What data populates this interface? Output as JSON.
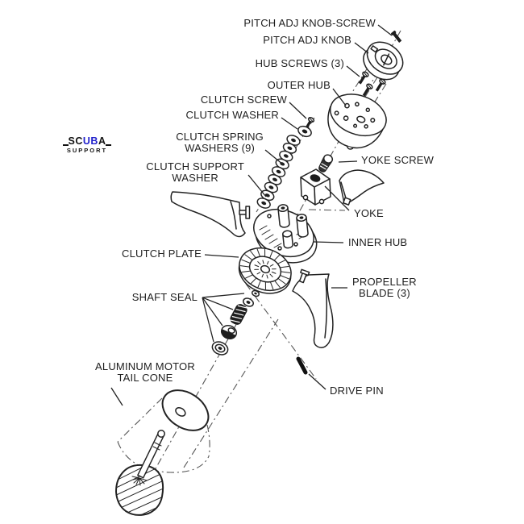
{
  "colors": {
    "ink": "#222222",
    "construction_line": "#555555",
    "brand_blue": "#2222cc",
    "background": "#ffffff"
  },
  "logo": {
    "l1": "S",
    "l2": "C",
    "l3": "U",
    "l4": "B",
    "l5": "A",
    "subtitle": "SUPPORT"
  },
  "labels": {
    "pitch_adj_knob_screw": "PITCH ADJ KNOB-SCREW",
    "pitch_adj_knob": "PITCH ADJ KNOB",
    "hub_screws": "HUB SCREWS (3)",
    "outer_hub": "OUTER HUB",
    "clutch_screw": "CLUTCH SCREW",
    "clutch_washer": "CLUTCH WASHER",
    "clutch_spring_washers": "CLUTCH SPRING\nWASHERS (9)",
    "clutch_support_washer": "CLUTCH SUPPORT\nWASHER",
    "yoke_screw": "YOKE SCREW",
    "yoke": "YOKE",
    "inner_hub": "INNER HUB",
    "clutch_plate": "CLUTCH PLATE",
    "propeller_blade": "PROPELLER\nBLADE (3)",
    "shaft_seal": "SHAFT SEAL",
    "aluminum_motor_tail_cone": "ALUMINUM MOTOR\nTAIL CONE",
    "drive_pin": "DRIVE PIN"
  }
}
